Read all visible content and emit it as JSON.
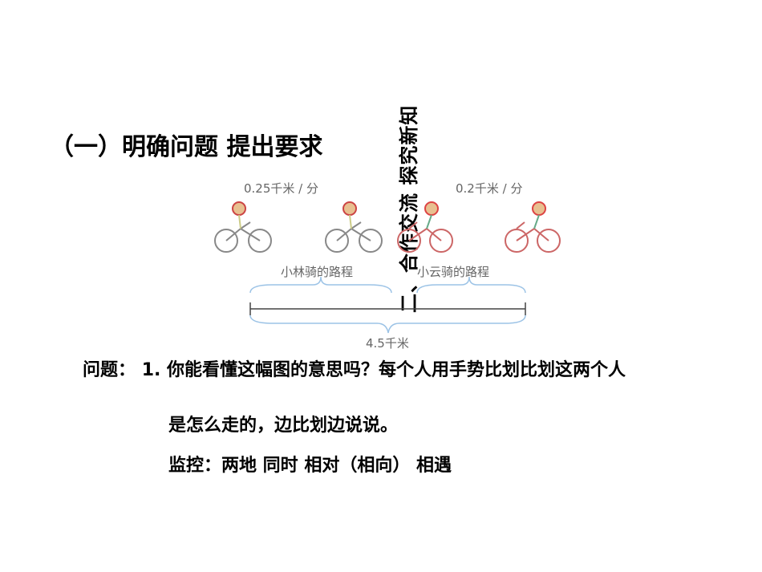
{
  "vertical_title": "二、合作交流 探究新知",
  "heading": "（一）明确问题 提出要求",
  "diagram": {
    "speed_left": "0.25千米 / 分",
    "speed_right": "0.2千米 / 分",
    "label_left": "小林骑的路程",
    "label_right": "小云骑的路程",
    "total": "4.5千米"
  },
  "questions": {
    "prefix": "问题：",
    "q1": "1. 你能看懂这幅图的意思吗？每个人用手势比划比划这两个人",
    "q1_cont": "是怎么走的，边比划边说说。",
    "monitor": "监控：两地 同时 相对（相向） 相遇"
  }
}
